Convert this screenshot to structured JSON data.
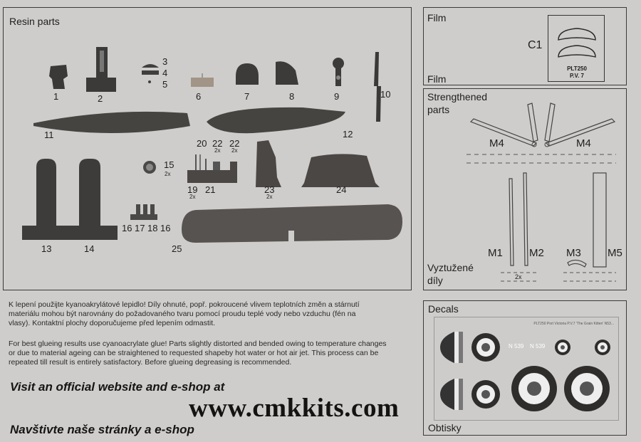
{
  "resin": {
    "title": "Resin parts",
    "labels": {
      "p1": "1",
      "p2": "2",
      "p3": "3",
      "p4": "4",
      "p5": "5",
      "p6": "6",
      "p7": "7",
      "p8": "8",
      "p9": "9",
      "p10": "10",
      "p11": "11",
      "p12": "12",
      "p13": "13",
      "p14": "14",
      "p15": "15",
      "p15x": "2x",
      "p16a": "16",
      "p17": "17",
      "p18": "18",
      "p16b": "16",
      "p19": "19",
      "p19x": "2x",
      "p20": "20",
      "p21": "21",
      "p22a": "22",
      "p22ax": "2x",
      "p22b": "22",
      "p22bx": "2x",
      "p23": "23",
      "p23x": "2x",
      "p24": "24",
      "p25": "25"
    }
  },
  "film": {
    "title_top": "Film",
    "title_bottom": "Film",
    "part": "C1",
    "box_line1": "PLT250",
    "box_line2": "P.V. 7"
  },
  "strengthened": {
    "title1": "Strengthened",
    "title2": "parts",
    "m4a": "M4",
    "m4b": "M4",
    "m1": "M1",
    "m2": "M2",
    "m3": "M3",
    "m5": "M5",
    "m12x": "2x",
    "cz1": "Vyztužené",
    "cz2": "díly"
  },
  "instructions": {
    "cz_line1": "K lepení použijte kyanoakrylátové lepidlo! Díly ohnuté, popř. pokroucené vlivem teplotních změn a stárnutí",
    "cz_line2": "materiálu mohou být narovnány do požadovaného tvaru pomocí proudu teplé vody nebo vzduchu (fén na",
    "cz_line3": "vlasy). Kontaktní plochy doporučujeme před lepením odmastit.",
    "en_line1": "For best glueing results use cyanoacrylate glue! Parts slightly distorted and bended owing to temperature changes",
    "en_line2": "or due to material ageing can be straightened to requested shapeby hot water or hot air jet. This process can be",
    "en_line3": "repeated till result is entirely satisfactory. Before glueing degreasing is recommended."
  },
  "promo": {
    "visit": "Visit an official website and e-shop at",
    "url": "www.cmkkits.com",
    "visit_cz": "Navštivte naše stránky a e-shop"
  },
  "decals": {
    "title": "Decals",
    "header": "PLT250 Port Victoria P.V.7 'The Grain Kitten' N53...",
    "serial1": "N 539",
    "serial2": "N 539",
    "bottom": "Obtisky"
  }
}
